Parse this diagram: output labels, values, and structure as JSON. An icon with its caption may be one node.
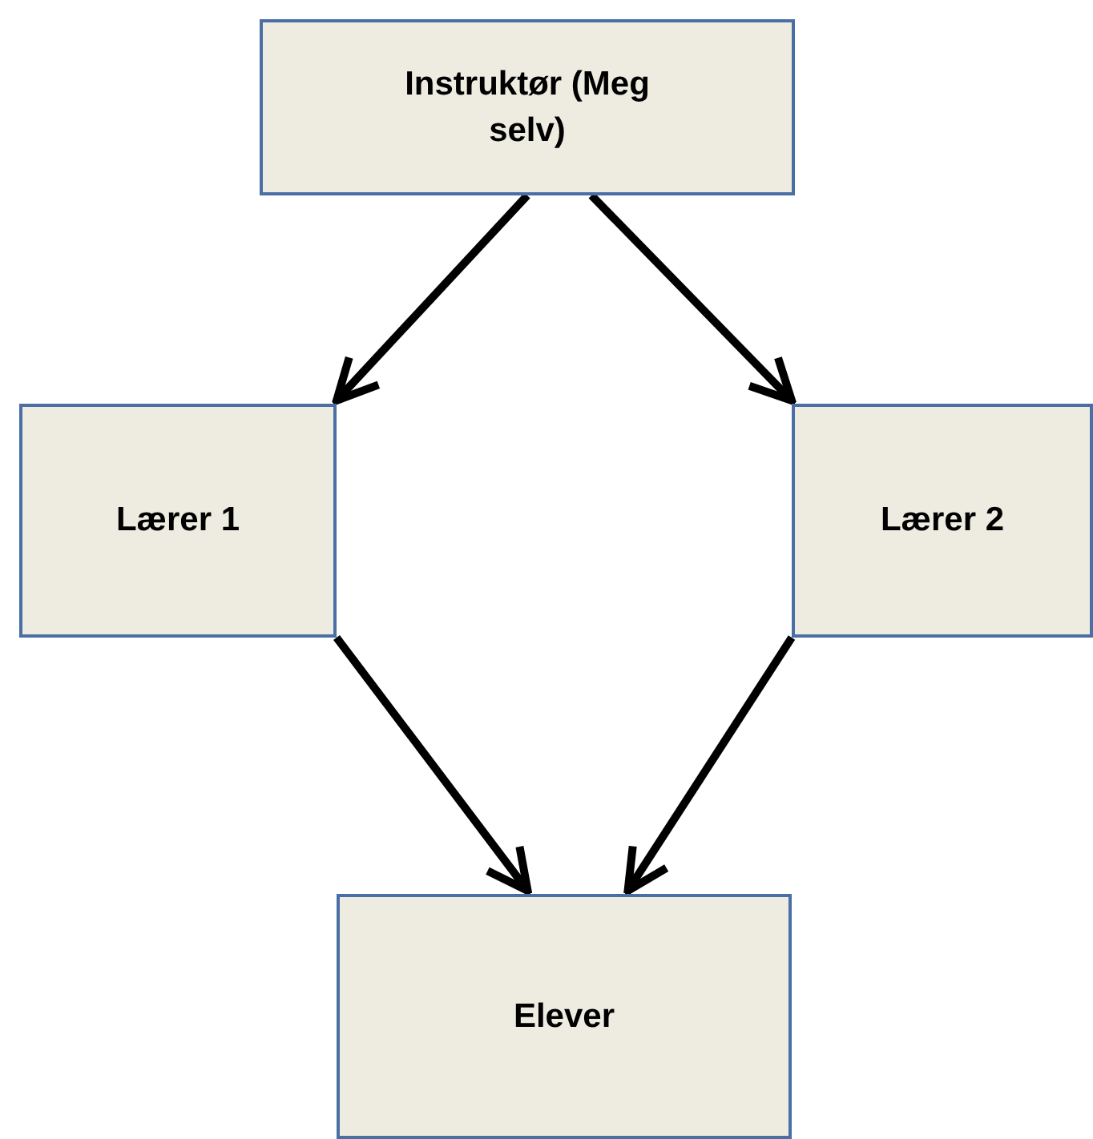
{
  "diagram": {
    "nodes": [
      {
        "text": [
          "Instruktør (Meg selv)"
        ]
      },
      {
        "text": [
          "Lærer 1"
        ]
      },
      {
        "text": [
          "Lærer 2"
        ]
      },
      {
        "text": [
          "Elever"
        ]
      }
    ],
    "edges": [
      {
        "from": 0,
        "to": 1,
        "arrow": "to"
      },
      {
        "from": 0,
        "to": 2,
        "arrow": "to"
      },
      {
        "from": 1,
        "to": 3,
        "arrow": "to"
      },
      {
        "from": 2,
        "to": 3,
        "arrow": "to"
      }
    ]
  }
}
